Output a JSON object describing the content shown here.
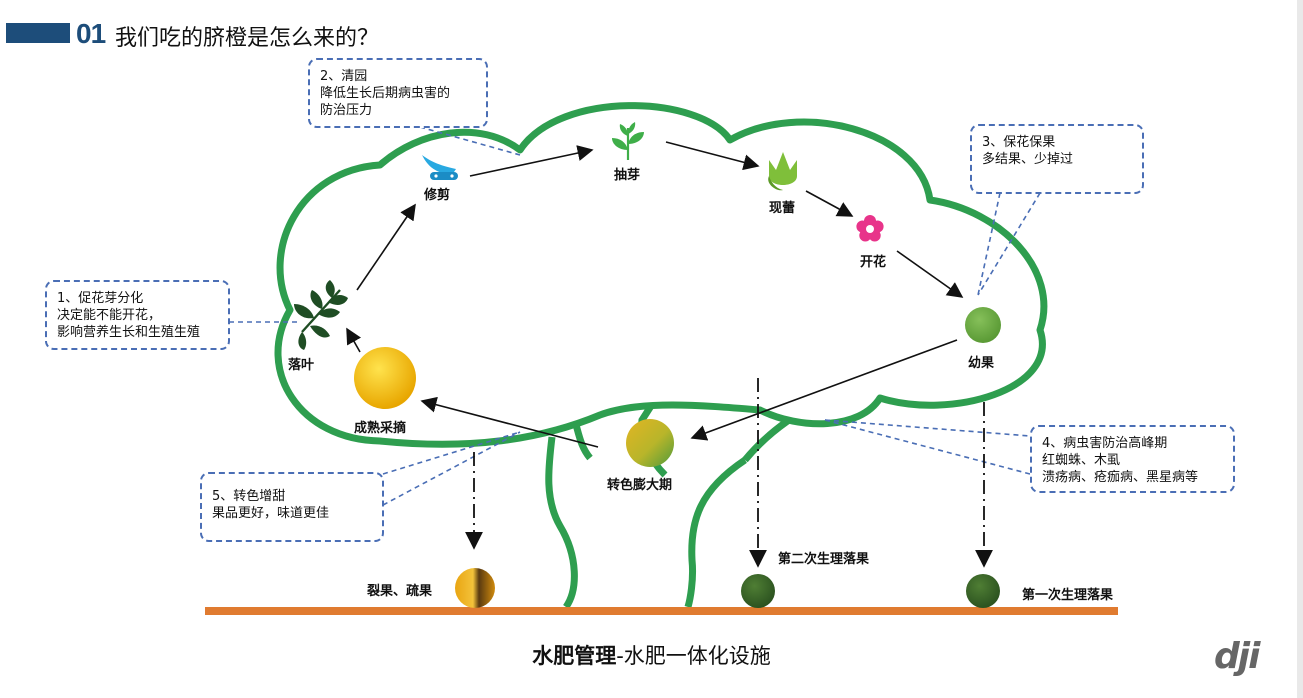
{
  "header": {
    "number": "01",
    "title": "我们吃的脐橙是怎么来的？"
  },
  "stages": {
    "pruning": "修剪",
    "sprouting": "抽芽",
    "budding": "现蕾",
    "flowering": "开花",
    "young_fruit": "幼果",
    "leaf_fall": "落叶",
    "harvest": "成熟采摘",
    "color_change": "转色膨大期"
  },
  "drop_labels": {
    "crack_fruit": "裂果、疏果",
    "second_drop": "第二次生理落果",
    "first_drop": "第一次生理落果"
  },
  "notes": {
    "n1": [
      "1、促花芽分化",
      "决定能不能开花，",
      "影响营养生长和生殖生殖"
    ],
    "n2": [
      "2、清园",
      "降低生长后期病虫害的",
      "防治压力"
    ],
    "n3": [
      "3、保花保果",
      "多结果、少掉过"
    ],
    "n4": [
      "4、病虫害防治高峰期",
      "红蜘蛛、木虱",
      "溃疡病、疮痂病、黑星病等"
    ],
    "n5": [
      "5、转色增甜",
      "果品更好，味道更佳"
    ]
  },
  "footer": {
    "bold": "水肥管理",
    "rest": "-水肥一体化设施"
  },
  "logo": "dji",
  "colors": {
    "tree": "#2e9e4f",
    "ground": "#e07b30",
    "header_bar": "#1d4d7a",
    "note_border": "#4a6eb5",
    "ripe": "#f2b90c",
    "young": "#6aaa3e",
    "dropped": "#3d6a2a"
  },
  "icons": {
    "pruning": "scissors-icon",
    "sprouting": "sprout-icon",
    "budding": "bud-icon",
    "flowering": "flower-icon",
    "leaf_fall": "leaves-icon"
  }
}
